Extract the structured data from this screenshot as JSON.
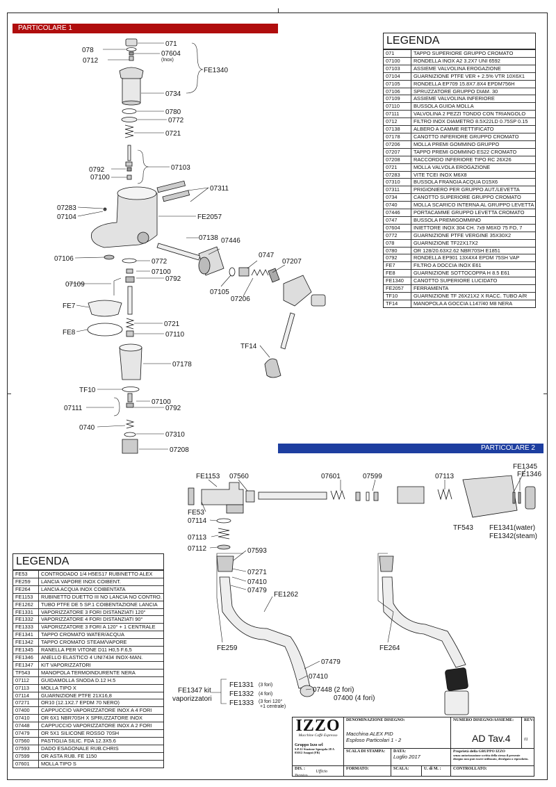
{
  "sections": {
    "particolare1": "PARTICOLARE 1",
    "particolare2": "PARTICOLARE 2"
  },
  "legend1": {
    "title": "LEGENDA",
    "rows": [
      [
        "071",
        "TAPPO SUPERIORE GRUPPO CROMATO"
      ],
      [
        "07100",
        "RONDELLA INOX A2 3.2X7 UNI 6592"
      ],
      [
        "07103",
        "ASSIEME VALVOLINA EROGAZIONE"
      ],
      [
        "07104",
        "GUARNIZIONE PTFE VER + 2.5% VTR 10X6X1"
      ],
      [
        "07105",
        "RONDELLA EP709 15.8X7.8X4 EPDM756H"
      ],
      [
        "07106",
        "SPRUZZATORE GRUPPO DIAM. 30"
      ],
      [
        "07109",
        "ASSIEME VALVOLINA INFERIORE"
      ],
      [
        "07110",
        "BUSSOLA GUIDA MOLLA"
      ],
      [
        "07111",
        "VALVOLINA 2 PEZZI TONDO CON TRIANGOLO"
      ],
      [
        "0712",
        "FILTRO INOX DIAMETRO 8.5X22LD 0.75SP 0.15"
      ],
      [
        "07138",
        "ALBERO A CAMME RETTIFICATO"
      ],
      [
        "07178",
        "CANOTTO INFERIORE GRUPPO CROMATO"
      ],
      [
        "07206",
        "MOLLA PREMI GOMMINO GRUPPO"
      ],
      [
        "07207",
        "TAPPO PREMI GOMMINO ES22 CROMATO"
      ],
      [
        "07208",
        "RACCORDO INFERIORE TIPO RC 26X26"
      ],
      [
        "0721",
        "MOLLA VALVOLA EROGAZIONE"
      ],
      [
        "07283",
        "VITE TCEI INOX M6X8"
      ],
      [
        "07310",
        "BUSSOLA FRANGIA ACQUA D15X6"
      ],
      [
        "07311",
        "PRIGIONIERO PER GRUPPO AUT./LEVETTA"
      ],
      [
        "0734",
        "CANOTTO SUPERIORE GRUPPO CROMATO"
      ],
      [
        "0740",
        "MOLLA SCARICO INTERNA AL GRUPPO LEVETTA"
      ],
      [
        "07446",
        "PORTACAMME GRUPPO LEVETTA CROMATO"
      ],
      [
        "0747",
        "BUSSOLA PREMIGOMMINO"
      ],
      [
        "07604",
        "INIETTORE INOX 304 CH. 7x9 M6XO 75 FO, 7"
      ],
      [
        "0772",
        "GUARNIZIONE PTFE VERGINE 35X30X2"
      ],
      [
        "078",
        "GUARNIZIONE TF22X17X2"
      ],
      [
        "0780",
        "OR 128/20.63X2.62 NBR70SH E1851"
      ],
      [
        "0792",
        "RONDELLA EP901 13X4X4 EPDM 75SH VAP"
      ],
      [
        "FE7",
        "FILTRO A DOCCIA INOX E61"
      ],
      [
        "FE8",
        "GUARNIZIONE SOTTOCOPPA H 8.5 E61"
      ],
      [
        "FE1340",
        "CANOTTO SUPERIORE LUCIDATO"
      ],
      [
        "FE2057",
        "FERRAMENTA"
      ],
      [
        "TF10",
        "GUARNIZIONE TF 26X21X2 X RACC. TUBO A/R"
      ],
      [
        "TF14",
        "MANOPOLA A GOCCIA L147/40 M8 NERA"
      ]
    ]
  },
  "legend2": {
    "title": "LEGENDA",
    "rows": [
      [
        "FE53",
        "CONTRODADO 1/4 H5ES17 RUBINETTO ALEX"
      ],
      [
        "FE259",
        "LANCIA VAPORE INOX COIBENT."
      ],
      [
        "FE264",
        "LANCIA ACQUA INOX COIBENTATA"
      ],
      [
        "FE1153",
        "RUBINETTO DUETTO III NO LANCIA NO CONTRO."
      ],
      [
        "FE1262",
        "TUBO PTFE DE 5 SP.1 COIBENTAZIONE LANCIA"
      ],
      [
        "FE1331",
        "VAPORIZZATORE 3 FORI DISTANZIATI 120°"
      ],
      [
        "FE1332",
        "VAPORIZZATORE 4 FORI DISTANZIATI 90°"
      ],
      [
        "FE1333",
        "VAPORIZZATORE 3 FORI A 120° + 1 CENTRALE"
      ],
      [
        "FE1341",
        "TAPPO CROMATO WATER/ACQUA"
      ],
      [
        "FE1342",
        "TAPPO CROMATO STEAM/VAPORE"
      ],
      [
        "FE1345",
        "RANELLA PER VITONE D11 H0,5 F.6,5"
      ],
      [
        "FE1346",
        "ANELLO ELASTICO 4 UNI7434 INOX-MAN."
      ],
      [
        "FE1347",
        "KIT VAPORIZZATORI"
      ],
      [
        "TF543",
        "MANOPOLA TERMOINDURENTE NERA"
      ],
      [
        "07112",
        "GUIDAMOLLA SNODA D.12 H.5"
      ],
      [
        "07113",
        "MOLLA TIPO X"
      ],
      [
        "07114",
        "GUARNIZIONE PTFE 21X16,8"
      ],
      [
        "07271",
        "OR10 (12.1X2.7 EPDM 70 NERO)"
      ],
      [
        "07400",
        " CAPPUCCIO VAPORIZZATORE INOX A 4 FORI"
      ],
      [
        "07410",
        "OR 6X1 NBR70SH X SPRUZZATORE INOX"
      ],
      [
        "07448",
        "CAPPUCCIO VAPORIZZATORE INOX A 2 FORI"
      ],
      [
        "07479",
        "OR 5X1 SILICONE ROSSO 70SH"
      ],
      [
        "07560",
        "PASTIGLIA SILIC. FDA 12.3X5.6"
      ],
      [
        "07593",
        "DADO ESAGONALE RUB.CHRIS"
      ],
      [
        "07599",
        "OR ASTA RUB. FE 1150"
      ],
      [
        "07601",
        "MOLLA TIPO S"
      ]
    ]
  },
  "labels1": {
    "l071": "071",
    "l078": "078",
    "l07604": "07604",
    "inox": "(Inox)",
    "l0712": "0712",
    "fe1340": "FE1340",
    "l0734": "0734",
    "l0780": "0780",
    "l0772a": "0772",
    "l0721a": "0721",
    "l0792a": "0792",
    "l07103": "07103",
    "l07100a": "07100",
    "l07311": "07311",
    "l07283": "07283",
    "l07104": "07104",
    "fe2057": "FE2057",
    "l07106": "07106",
    "l0772b": "0772",
    "l07138": "07138",
    "l07446": "07446",
    "l07100b": "07100",
    "l0747": "0747",
    "l07207": "07207",
    "l07109": "07109",
    "l0792b": "0792",
    "l07105": "07105",
    "l07206": "07206",
    "fe7": "FE7",
    "l0721b": "0721",
    "fe8": "FE8",
    "l07110": "07110",
    "tf14": "TF14",
    "l07178": "07178",
    "tf10": "TF10",
    "l07100c": "07100",
    "l07111": "07111",
    "l0792c": "0792",
    "l0740": "0740",
    "l07310": "07310",
    "l07208": "07208"
  },
  "labels2": {
    "fe1153": "FE1153",
    "l07560": "07560",
    "l07601": "07601",
    "l07599": "07599",
    "l07113a": "07113",
    "fe1345": "FE1345",
    "fe1346": "FE1346",
    "fe53": "FE53",
    "l07114": "07114",
    "tf543": "TF543",
    "fe1341": "FE1341(water)",
    "fe1342": "FE1342(steam)",
    "l07113b": "07113",
    "l07112": "07112",
    "l07593": "07593",
    "l07271": "07271",
    "l07410a": "07410",
    "l07479a": "07479",
    "fe1262": "FE1262",
    "fe259": "FE259",
    "fe264": "FE264",
    "l07479b": "07479",
    "l07410b": "07410",
    "l07448": "07448 (2 fori)",
    "l07400": "07400 (4 fori)",
    "fe1347a": "FE1347 kit",
    "fe1347b": "vaporizzatori",
    "fe1331": "FE1331",
    "fe1332": "FE1332",
    "fe1333": "FE1333",
    "f3": "(3 fori)",
    "f4": "(4 fori)",
    "f3b": "(3 fori 120°",
    "fc": "+1 centrale)"
  },
  "titleblock": {
    "logo": "IZZO",
    "logo_sub": "Macchine Caffè Espresso",
    "company": "Gruppo Izzo srl",
    "address1": "S.P.12 Stazione Sgurgola 28 A",
    "address2": "03012 Anagni (FR)",
    "denom_label": "DENOMINAZIONE DISEGNO:",
    "denom_value1": "Macchina ALEX PID",
    "denom_value2": "Esploso Particolari 1 - 2",
    "num_label": "NUMERO DISEGNO/ASSIEME:",
    "num_value": "AD Tav.4",
    "rev_label": "REV:",
    "rev_value": "01",
    "scala_label": "SCALA DI STAMPA:",
    "data_label": "DATA:",
    "data_value": "Luglio 2017",
    "prop1": "Proprietà della GRUPPO IZZO",
    "prop2": "senza autorizzazione scritta della stessa il presente",
    "prop3": "disegno non può essere utilizzato, divulgato o riprodotto.",
    "dis_label": "DIS. :",
    "dis_value": "Ufficio Tecnico",
    "formato_label": "FORMATO:",
    "scala2_label": "SCALA:",
    "udim_label": "U. di M. :",
    "controllato_label": "CONTROLLATO:"
  }
}
